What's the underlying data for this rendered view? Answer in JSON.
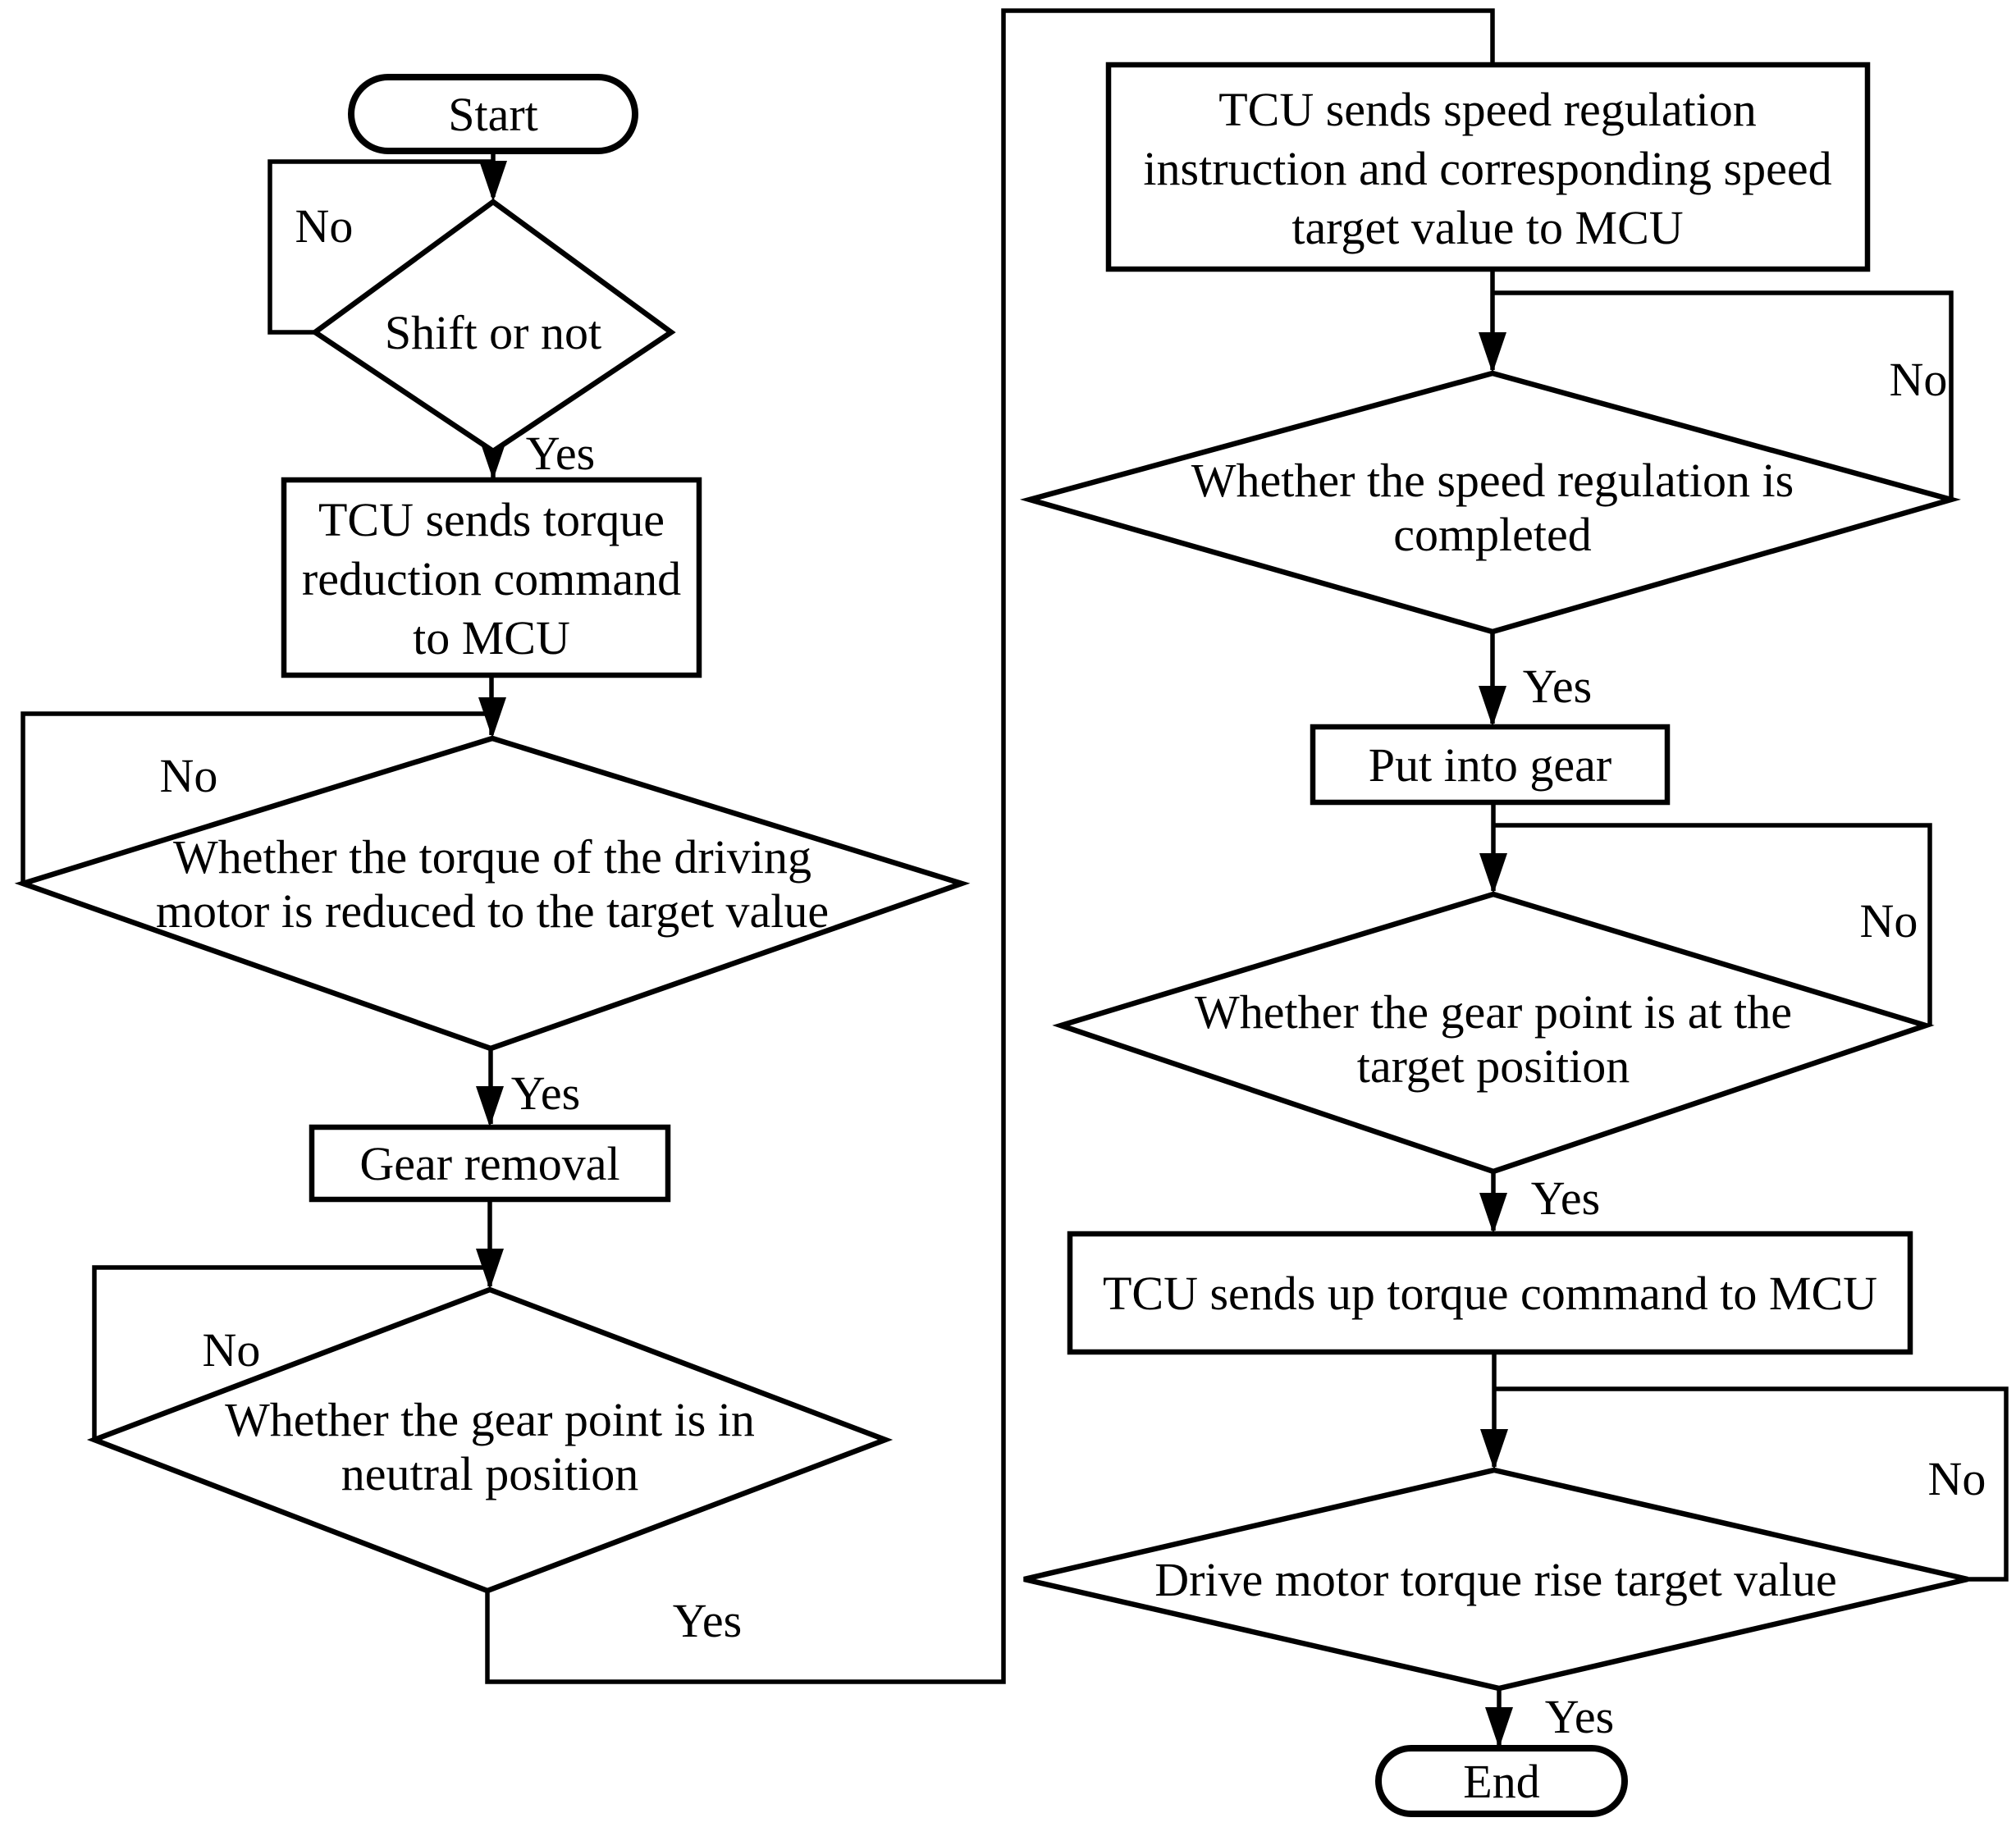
{
  "diagram": {
    "type": "flowchart",
    "background_color": "#ffffff",
    "stroke_color": "#000000",
    "text_color": "#000000"
  },
  "nodes": {
    "start": {
      "type": "terminator",
      "label": "Start"
    },
    "shift_decision": {
      "type": "decision",
      "line1": "Shift or not"
    },
    "torque_reduction_box": {
      "type": "process",
      "line1": "TCU sends torque",
      "line2": "reduction command",
      "line3": "to MCU"
    },
    "torque_reduced_decision": {
      "type": "decision",
      "line1": "Whether the torque of the driving",
      "line2": "motor is reduced to the target value"
    },
    "gear_removal_box": {
      "type": "process",
      "line1": "Gear removal"
    },
    "neutral_decision": {
      "type": "decision",
      "line1": "Whether the gear point is in",
      "line2": "neutral position"
    },
    "speed_regulation_box": {
      "type": "process",
      "line1": "TCU sends speed regulation",
      "line2": "instruction and corresponding speed",
      "line3": "target value to MCU"
    },
    "speed_completed_decision": {
      "type": "decision",
      "line1": "Whether the speed regulation is",
      "line2": "completed"
    },
    "put_into_gear_box": {
      "type": "process",
      "line1": "Put into gear"
    },
    "gear_target_decision": {
      "type": "decision",
      "line1": "Whether the gear point is at the",
      "line2": "target position"
    },
    "up_torque_box": {
      "type": "process",
      "line1": "TCU sends up torque command to MCU"
    },
    "torque_rise_decision": {
      "type": "decision",
      "line1": "Drive motor torque rise target value"
    },
    "end": {
      "type": "terminator",
      "label": "End"
    }
  },
  "branches": {
    "shift_no": "No",
    "shift_yes": "Yes",
    "torque_reduced_no": "No",
    "torque_reduced_yes": "Yes",
    "neutral_no": "No",
    "neutral_yes": "Yes",
    "speed_completed_no": "No",
    "speed_completed_yes": "Yes",
    "gear_target_no": "No",
    "gear_target_yes": "Yes",
    "torque_rise_no": "No",
    "torque_rise_yes": "Yes"
  }
}
